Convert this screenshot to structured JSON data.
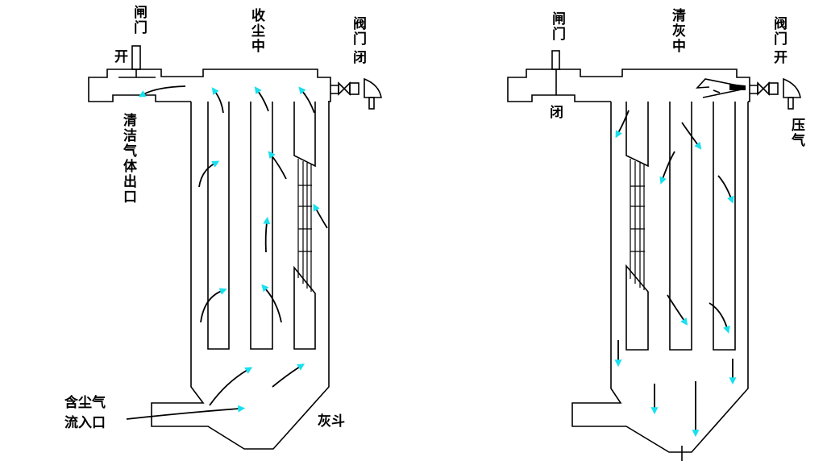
{
  "colors": {
    "stroke": "#000000",
    "arrow": "#19e0ee",
    "background": "#ffffff"
  },
  "left_panel": {
    "state": "收尘中",
    "outlet_valve_label": "闸门",
    "outlet_valve_state": "开",
    "blow_valve_label": "阀门",
    "blow_valve_state": "闭",
    "clean_gas_outlet": "清洁气体出口",
    "dusty_gas_inlet_line1": "含尘气",
    "dusty_gas_inlet_line2": "流入口",
    "ash_hopper": "灰斗"
  },
  "right_panel": {
    "state": "清灰中",
    "outlet_valve_label": "闸门",
    "outlet_valve_state": "闭",
    "blow_valve_label": "阀门",
    "blow_valve_state": "开",
    "compressed_air": "压气"
  }
}
